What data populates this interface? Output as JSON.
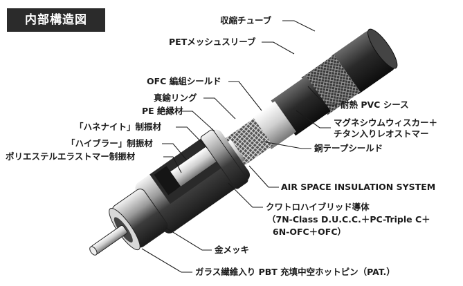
{
  "title": "内部構造図",
  "labels": {
    "shrink_tube": "収縮チューブ",
    "pet_mesh_sleeve": "PETメッシュスリーブ",
    "ofc_braided_shield": "OFC 編組シールド",
    "brass_ring": "真鍮リング",
    "pe_insulator": "PE 絶縁材",
    "hanenite_damper": "「ハネナイト」制振材",
    "hibular_damper": "「ハイブラー」制振材",
    "polyester_elastomer_damper": "ポリエステルエラストマー制振材",
    "heat_resistant_pvc_sheath": "耐熱 PVC シース",
    "magnesium_whisker_line1": "マグネシウムウィスカー＋",
    "magnesium_whisker_line2": "チタン入りレオストマー",
    "copper_tape_shield": "銅テープシールド",
    "air_space_insulation": "AIR SPACE INSULATION SYSTEM",
    "conductor_line1": "クワトロハイブリッド導体",
    "conductor_line2": "（7N-Class D.U.C.C.＋PC-Triple C＋",
    "conductor_line3": "6N-OFC＋OFC）",
    "gold_plating": "金メッキ",
    "hot_pin": "ガラス繊維入り PBT 充填中空ホットピン（PAT.）"
  }
}
